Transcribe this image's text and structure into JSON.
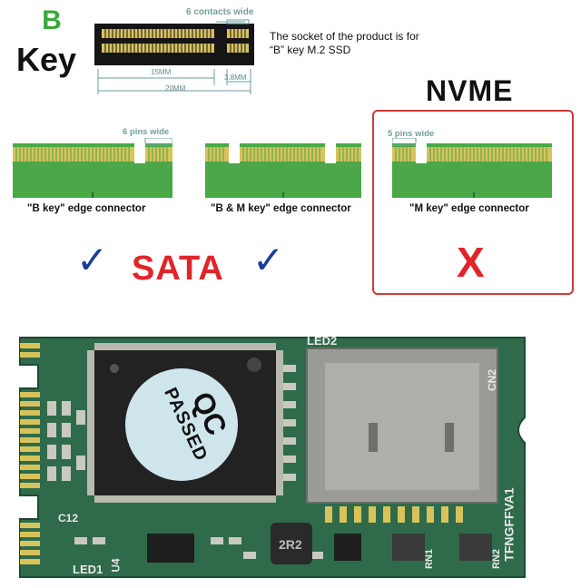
{
  "header": {
    "key_letter": "B",
    "key_word": "Key"
  },
  "socket": {
    "contacts_label": "6 contacts wide",
    "description_line1": "The socket of the product is for",
    "description_line2": "“B” key M.2 SSD",
    "dim_15": "15MM",
    "dim_20": "20MM",
    "dim_3_8": "3.8MM"
  },
  "nvme_label": "NVME",
  "connectors": [
    {
      "pin_note": "6 pins wide",
      "label": "\"B key\" edge connector"
    },
    {
      "pin_note": "",
      "label": "\"B & M key\" edge connector"
    },
    {
      "pin_note": "5 pins wide",
      "label": "\"M key\" edge connector"
    }
  ],
  "marks": {
    "check": "✓",
    "sata": "SATA",
    "cross": "X"
  },
  "board": {
    "qc_line1": "QC",
    "qc_line2": "PASSED",
    "led2": "LED2",
    "led1": "LED1",
    "cn2": "CN2",
    "u4": "U4",
    "rn1": "RN1",
    "rn2": "RN2",
    "chip_2r2": "2R2",
    "model": "TFNGFFVA1",
    "c12": "C12"
  },
  "colors": {
    "pcb_green": "#2f6b4a",
    "gold": "#d7c35a",
    "connector_green": "#4ca64a",
    "red": "#e0252a",
    "check_blue": "#1c3c9c",
    "b_green": "#3aa83a"
  }
}
